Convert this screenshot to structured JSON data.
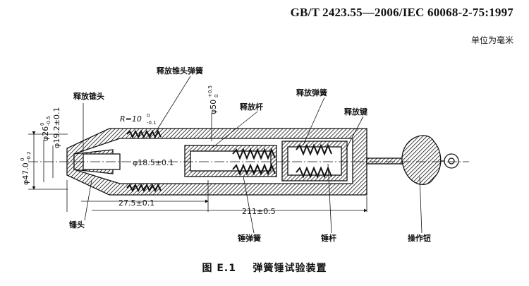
{
  "header": {
    "standard": "GB/T 2423.55—2006/IEC 60068-2-75:1997"
  },
  "unit_note": "单位为毫米",
  "caption": {
    "figure_no": "图 E.1",
    "title": "弹簧锤试验装置"
  },
  "labels": {
    "release_cone_spring": "释放锥头弹簧",
    "release_cone": "释放锥头",
    "release_spring": "释放弹簧",
    "release_rod": "释放杆",
    "release_key": "释放键",
    "hammer_head": "锤头",
    "hammer_spring": "锤弹簧",
    "hammer_rod": "锤杆",
    "operating_knob": "操作钮"
  },
  "dimensions": {
    "d26": {
      "main": "φ26",
      "sup": "0",
      "sub": "-0.5"
    },
    "d19": "φ19.2±0.1",
    "d47": {
      "main": "φ47.0",
      "sub": "-0.2",
      "sup": "0"
    },
    "radius": {
      "main": "R=10",
      "sup": "0",
      "sub": "-0.1"
    },
    "d50": {
      "main": "φ50",
      "sup": "+0.5",
      "sub": "0"
    },
    "d18": "φ18.5±0.1",
    "len27": "27.5±0.1",
    "len211": "211±0.5"
  }
}
